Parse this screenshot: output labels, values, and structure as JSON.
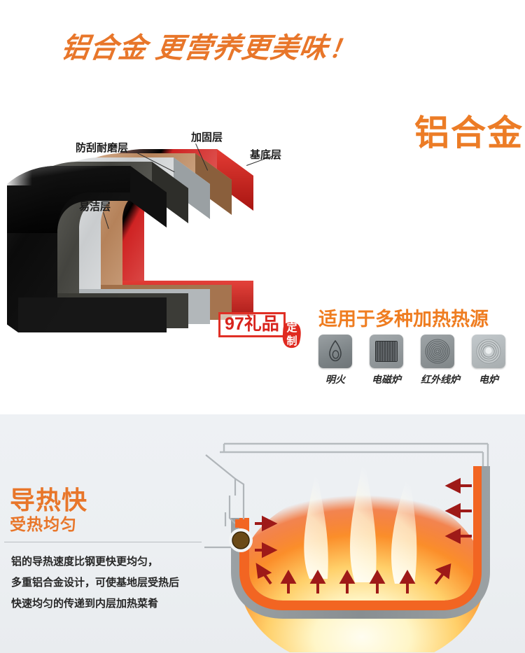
{
  "top": {
    "headline_part1": "铝合金",
    "headline_part2": "更营养更美味",
    "headline_excl": "！",
    "alloy_badge": "铝合金",
    "layer_labels": {
      "scratch": "防刮耐磨层",
      "reinforce": "加固层",
      "base": "基底层",
      "clean": "易洁层"
    },
    "watermark": "97礼品",
    "seal_line1": "定",
    "seal_line2": "制",
    "heat": {
      "title": "适用于多种加热热源",
      "items": [
        {
          "label": "明火",
          "icon": "flame-icon"
        },
        {
          "label": "电磁炉",
          "icon": "induction-coil-icon"
        },
        {
          "label": "红外线炉",
          "icon": "infrared-rings-icon"
        },
        {
          "label": "电炉",
          "icon": "electric-burner-icon"
        }
      ]
    }
  },
  "bottom": {
    "title": "导热快",
    "subtitle": "受热均匀",
    "body_lines": [
      "铝的导热速度比钢更快更均匀，",
      "多重铝合金设计，可使基地层受热后",
      "快速均匀的传递到内层加热菜肴"
    ]
  },
  "colors": {
    "orange": "#e8762a",
    "orange_bright": "#ef7d21",
    "seal_red": "#e02a20",
    "watermark_red": "#d8231c",
    "arrow_red": "#9e1a18",
    "pot_gray": "#8e9396",
    "pot_orange": "#f26522",
    "panel_bg": "#eef1f4"
  }
}
